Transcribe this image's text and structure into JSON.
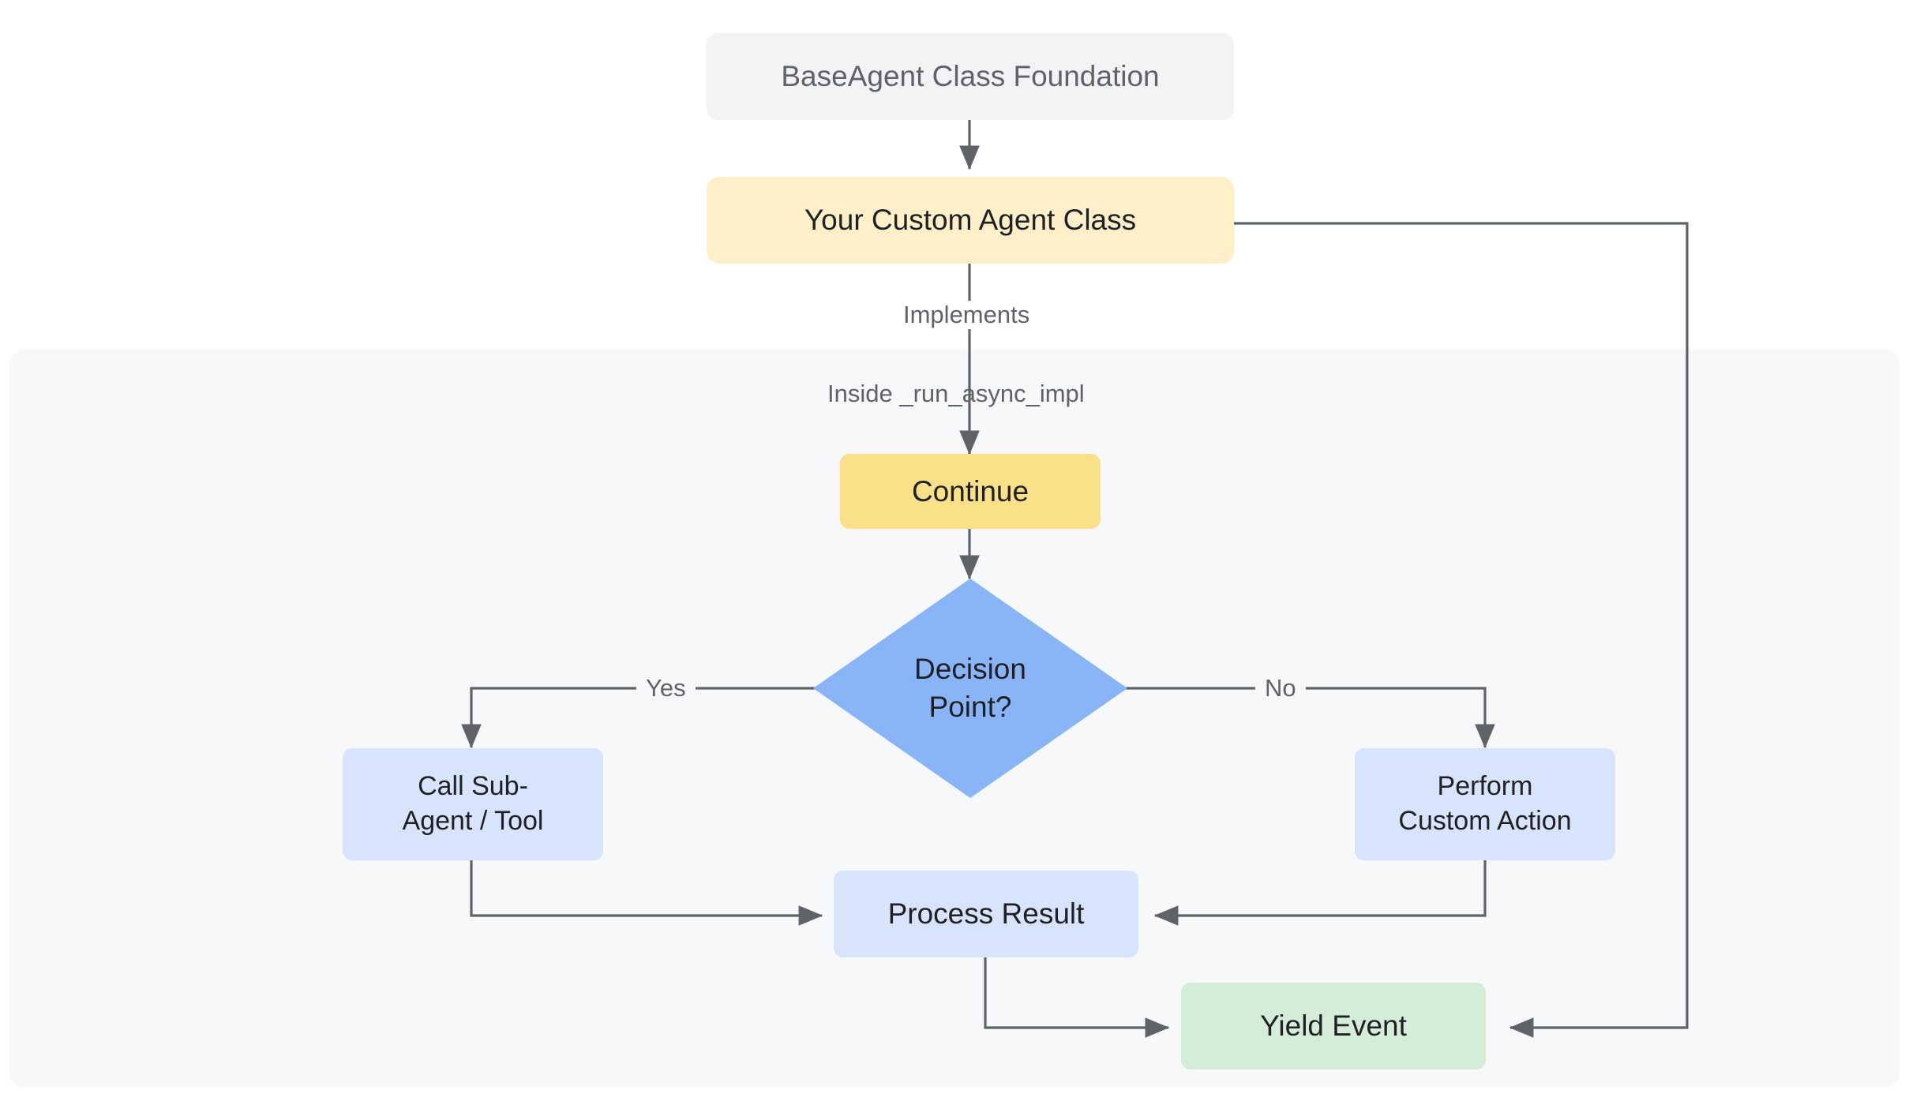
{
  "diagram": {
    "title": "BaseAgent custom agent implementation flow",
    "type": "flowchart",
    "background": "#ffffff",
    "panel": {
      "name": "inside-run-async-impl-panel",
      "fill": "#f6f8fa"
    },
    "colors": {
      "foundation_fill": "#f1f3f4",
      "foundation_text": "#5f6368",
      "custom_agent_fill": "#fdf0c9",
      "continue_fill": "#fbe08a",
      "decision_fill": "#8ab4f8",
      "action_fill": "#d8e3fc",
      "yield_fill": "#d4ecd8",
      "edge_stroke": "#5f6368",
      "node_text": "#202124",
      "label_text": "#5f6368"
    },
    "nodes": [
      {
        "id": "foundation",
        "label": "BaseAgent Class Foundation",
        "shape": "rounded-rect",
        "fill": "#f1f3f4"
      },
      {
        "id": "custom_agent",
        "label": "Your Custom Agent Class",
        "shape": "rounded-rect",
        "fill": "#fdf0c9"
      },
      {
        "id": "continue",
        "label": "Continue",
        "shape": "rounded-rect",
        "fill": "#fbe08a"
      },
      {
        "id": "decision",
        "label": "Decision\nPoint?",
        "shape": "diamond",
        "fill": "#8ab4f8"
      },
      {
        "id": "call_sub",
        "label": "Call Sub-\nAgent / Tool",
        "shape": "rounded-rect",
        "fill": "#d8e3fc"
      },
      {
        "id": "perform",
        "label": "Perform\nCustom Action",
        "shape": "rounded-rect",
        "fill": "#d8e3fc"
      },
      {
        "id": "process",
        "label": "Process Result",
        "shape": "rounded-rect",
        "fill": "#d8e3fc"
      },
      {
        "id": "yield",
        "label": "Yield Event",
        "shape": "rounded-rect",
        "fill": "#d4ecd8"
      }
    ],
    "edges": [
      {
        "id": "e-foundation-custom",
        "from": "foundation",
        "to": "custom_agent",
        "label": ""
      },
      {
        "id": "e-custom-continue",
        "from": "custom_agent",
        "to": "continue",
        "label": "Implements"
      },
      {
        "id": "e-panel-entry",
        "from": "custom_agent",
        "to": "continue",
        "label": "Inside _run_async_impl"
      },
      {
        "id": "e-continue-decision",
        "from": "continue",
        "to": "decision",
        "label": ""
      },
      {
        "id": "e-decision-callsub",
        "from": "decision",
        "to": "call_sub",
        "label": "Yes"
      },
      {
        "id": "e-decision-perform",
        "from": "decision",
        "to": "perform",
        "label": "No"
      },
      {
        "id": "e-callsub-process",
        "from": "call_sub",
        "to": "process",
        "label": ""
      },
      {
        "id": "e-perform-process",
        "from": "perform",
        "to": "process",
        "label": ""
      },
      {
        "id": "e-process-yield",
        "from": "process",
        "to": "yield",
        "label": ""
      },
      {
        "id": "e-custom-yield",
        "from": "custom_agent",
        "to": "yield",
        "label": ""
      }
    ],
    "edge_labels": {
      "implements": "Implements",
      "inside_run_async_impl": "Inside _run_async_impl",
      "yes": "Yes",
      "no": "No"
    }
  }
}
